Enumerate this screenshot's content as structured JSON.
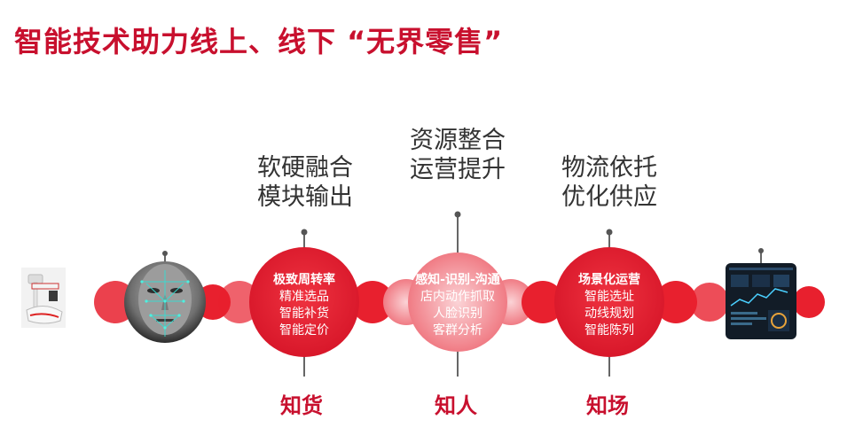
{
  "title": "智能技术助力线上、线下 “无界零售”",
  "colors": {
    "brand_red": "#c8102e",
    "circle_red": "#e8202e",
    "circle_light": "#f08a92"
  },
  "sections": [
    {
      "headline": [
        "软硬融合",
        "模块输出"
      ],
      "circle_title": "极致周转率",
      "circle_items": [
        "精准选品",
        "智能补货",
        "智能定价"
      ],
      "label": "知货"
    },
    {
      "headline": [
        "资源整合",
        "运营提升"
      ],
      "circle_title": "感知-识别-沟通",
      "circle_items": [
        "店内动作抓取",
        "人脸识别",
        "客群分析"
      ],
      "label": "知人"
    },
    {
      "headline": [
        "物流依托",
        "优化供应"
      ],
      "circle_title": "场景化运营",
      "circle_items": [
        "智能选址",
        "动线规划",
        "智能陈列"
      ],
      "label": "知场"
    }
  ],
  "images": {
    "left": "robot-image",
    "face": "face-recognition-image",
    "right": "dashboard-screen-image"
  }
}
